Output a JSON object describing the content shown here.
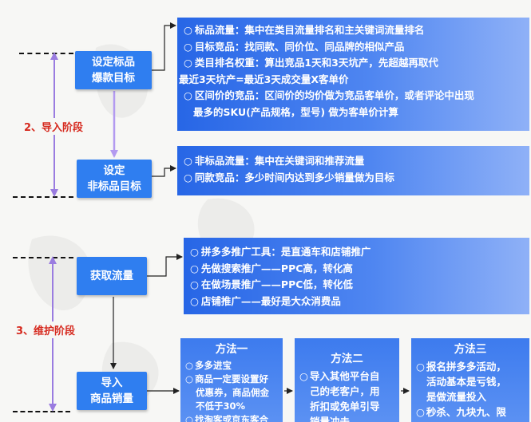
{
  "stages": [
    {
      "label": "2、导入阶段"
    },
    {
      "label": "3、维护阶段"
    }
  ],
  "boxes": {
    "biaopin": [
      "设定标品",
      "爆款目标"
    ],
    "feibiaopin": [
      "设定",
      "非标品目标"
    ],
    "huoqu": [
      "获取流量"
    ],
    "daoru": [
      "导入",
      "商品销量"
    ]
  },
  "panels": {
    "biaopin": [
      {
        "bullet": true,
        "text": "标品流量：集中在类目流量排名和主关键词流量排名"
      },
      {
        "bullet": true,
        "text": "目标竞品：找同款、同价位、同品牌的相似产品"
      },
      {
        "bullet": true,
        "text": "类目排名权重：算出竞品1天和3天坑产，先超越再取代"
      },
      {
        "bullet": false,
        "text": "最近3天坑产=最近3天成交量X客单价"
      },
      {
        "bullet": true,
        "text": "区间价的竞品：区间价的均价做为竞品客单价，或者评论中出现"
      },
      {
        "bullet": false,
        "text": "最多的SKU(产品规格，型号) 做为客单价计算"
      }
    ],
    "feibiaopin": [
      {
        "bullet": true,
        "text": "非标品流量：集中在关键词和推荐流量"
      },
      {
        "bullet": true,
        "text": "同款竞品：多少时间内达到多少销量做为目标"
      }
    ],
    "huoqu": [
      {
        "bullet": true,
        "text": "拼多多推广工具：是直通车和店铺推广"
      },
      {
        "bullet": true,
        "text": "先做搜索推广——PPC高，转化高"
      },
      {
        "bullet": true,
        "text": "在做场景推广——PPC低，转化低"
      },
      {
        "bullet": true,
        "text": "店铺推广——最好是大众消费品"
      }
    ]
  },
  "methods": [
    {
      "title": "方法一",
      "items": [
        {
          "lines": [
            "多多进宝"
          ]
        },
        {
          "lines": [
            "商品一定要设置好",
            "优惠券，商品佣金",
            "不低于30%"
          ]
        },
        {
          "lines": [
            "找淘客或京东客合"
          ]
        }
      ]
    },
    {
      "title": "方法二",
      "items": [
        {
          "lines": [
            "导入其他平台自",
            "己的老客户，用",
            "折扣或免单引导",
            "销量冲击"
          ]
        }
      ]
    },
    {
      "title": "方法三",
      "items": [
        {
          "lines": [
            "报名拼多多活动，",
            "活动基本是亏钱，",
            "是做流量投入"
          ]
        },
        {
          "lines": [
            "秒杀、九块九、限"
          ]
        }
      ]
    }
  ],
  "colors": {
    "box": "#2f7ef0",
    "stage_label": "#d62a1f",
    "stage_arrow": "#9a7ce0",
    "flow_arrow": "#b39af0"
  }
}
